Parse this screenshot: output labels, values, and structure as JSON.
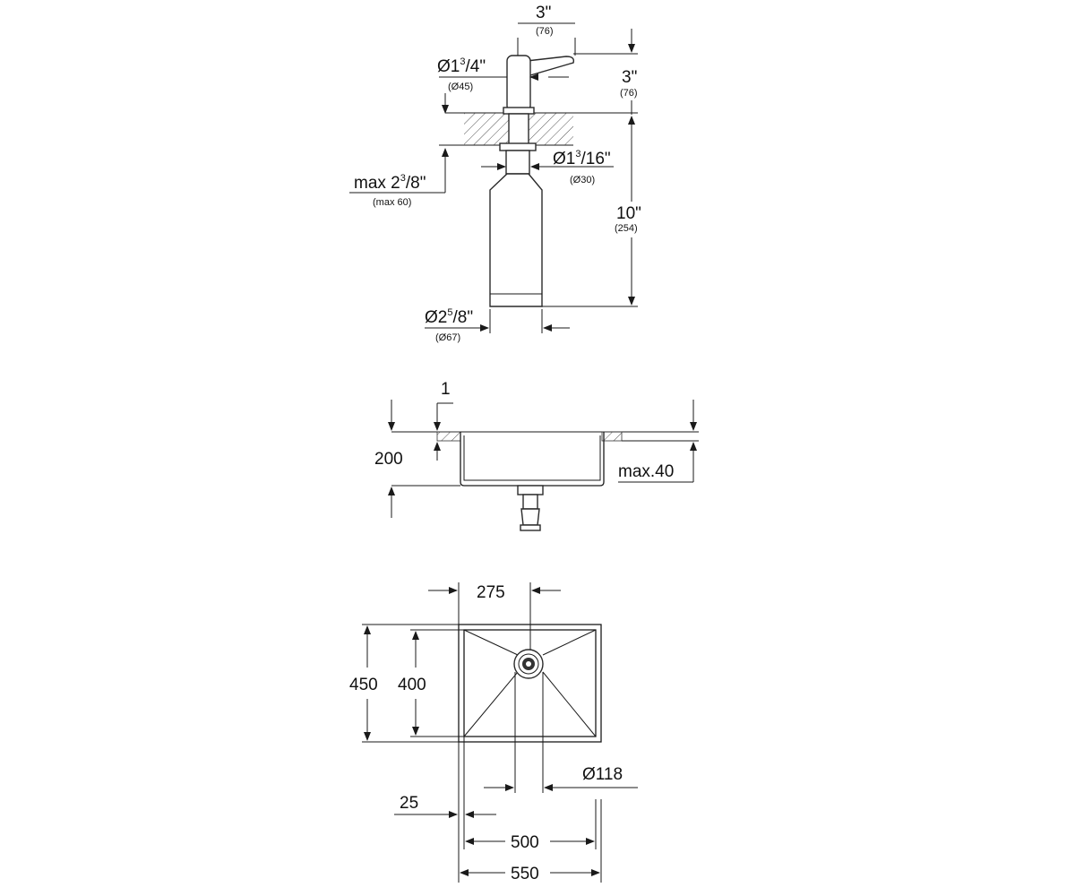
{
  "dispenser": {
    "width_in": "3\"",
    "width_mm": "(76)",
    "height_in": "3\"",
    "height_mm": "(76)",
    "head_dia_prefix": "Ø1",
    "head_dia_num": "3",
    "head_dia_den": "/4\"",
    "head_dia_mm": "(Ø45)",
    "hole_dia_prefix": "Ø1",
    "hole_dia_num": "3",
    "hole_dia_den": "/16\"",
    "hole_dia_mm": "(Ø30)",
    "max_thick_prefix": "max 2",
    "max_thick_num": "3",
    "max_thick_den": "/8\"",
    "max_thick_mm": "(max 60)",
    "length_in": "10\"",
    "length_mm": "(254)",
    "bottle_dia_prefix": "Ø2",
    "bottle_dia_num": "5",
    "bottle_dia_den": "/8\"",
    "bottle_dia_mm": "(Ø67)"
  },
  "sink_section": {
    "top_thickness": "1",
    "depth": "200",
    "max_countertop": "max.40"
  },
  "sink_plan": {
    "drain_offset": "275",
    "outer_depth": "450",
    "inner_depth": "400",
    "drain_dia": "Ø118",
    "rim_width": "25",
    "inner_width": "500",
    "outer_width": "550"
  },
  "colors": {
    "line": "#1a1a1a",
    "background": "#ffffff"
  }
}
